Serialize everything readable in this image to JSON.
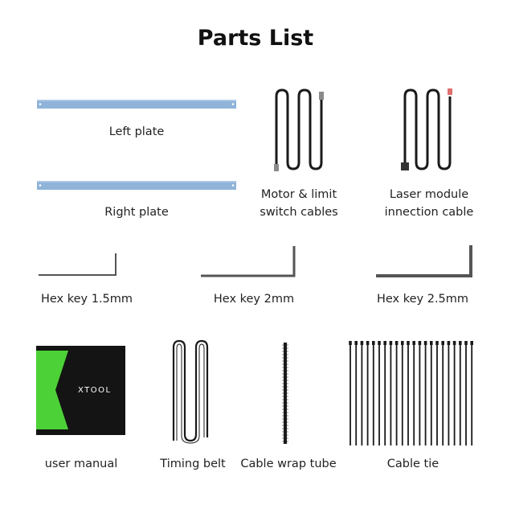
{
  "title": "Parts List",
  "parts": {
    "left_plate": "Left plate",
    "right_plate": "Right plate",
    "motor_cables_line1": "Motor & limit",
    "motor_cables_line2": "switch cables",
    "laser_cable_line1": "Laser module",
    "laser_cable_line2": "innection cable",
    "hex_key_small": "Hex key 1.5mm",
    "hex_key_medium": "Hex key 2mm",
    "hex_key_large": "Hex key 2.5mm",
    "user_manual": "user manual",
    "timing_belt": "Timing belt",
    "cable_wrap_tube": "Cable wrap tube",
    "cable_tie": "Cable tie"
  },
  "manual_brand": "XTOOL",
  "colors": {
    "plate_blue": "#8fb3d9",
    "manual_green": "#4cd137",
    "manual_dark": "#141414",
    "cable_black": "#1a1a1a"
  }
}
